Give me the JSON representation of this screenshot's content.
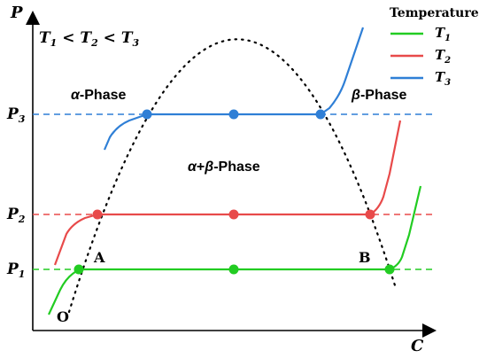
{
  "axes": {
    "y_label": "P",
    "x_label": "C"
  },
  "condition": {
    "prefix": "T",
    "sub1": "1",
    "lt1": " < ",
    "mid": "T",
    "sub2": "2",
    "lt2": " < ",
    "last": "T",
    "sub3": "3"
  },
  "pressure_labels": {
    "p1": {
      "base": "P",
      "sub": "1"
    },
    "p2": {
      "base": "P",
      "sub": "2"
    },
    "p3": {
      "base": "P",
      "sub": "3"
    }
  },
  "regions": {
    "alpha": {
      "greek": "α",
      "rest": "-Phase"
    },
    "beta": {
      "greek": "β",
      "rest": "-Phase"
    },
    "alpha_beta": {
      "greek1": "α",
      "plus": "+",
      "greek2": "β",
      "rest": "-Phase"
    }
  },
  "points": {
    "origin": "O",
    "a": "A",
    "b": "B"
  },
  "legend": {
    "title": "Temperature",
    "items": [
      {
        "base": "T",
        "sub": "1",
        "color": "#22cc22"
      },
      {
        "base": "T",
        "sub": "2",
        "color": "#e84a4a"
      },
      {
        "base": "T",
        "sub": "3",
        "color": "#2f7fd6"
      }
    ]
  },
  "colors": {
    "t1": "#22cc22",
    "t2": "#e84a4a",
    "t3": "#2f7fd6",
    "axis": "#000000",
    "boundary": "#000000"
  }
}
